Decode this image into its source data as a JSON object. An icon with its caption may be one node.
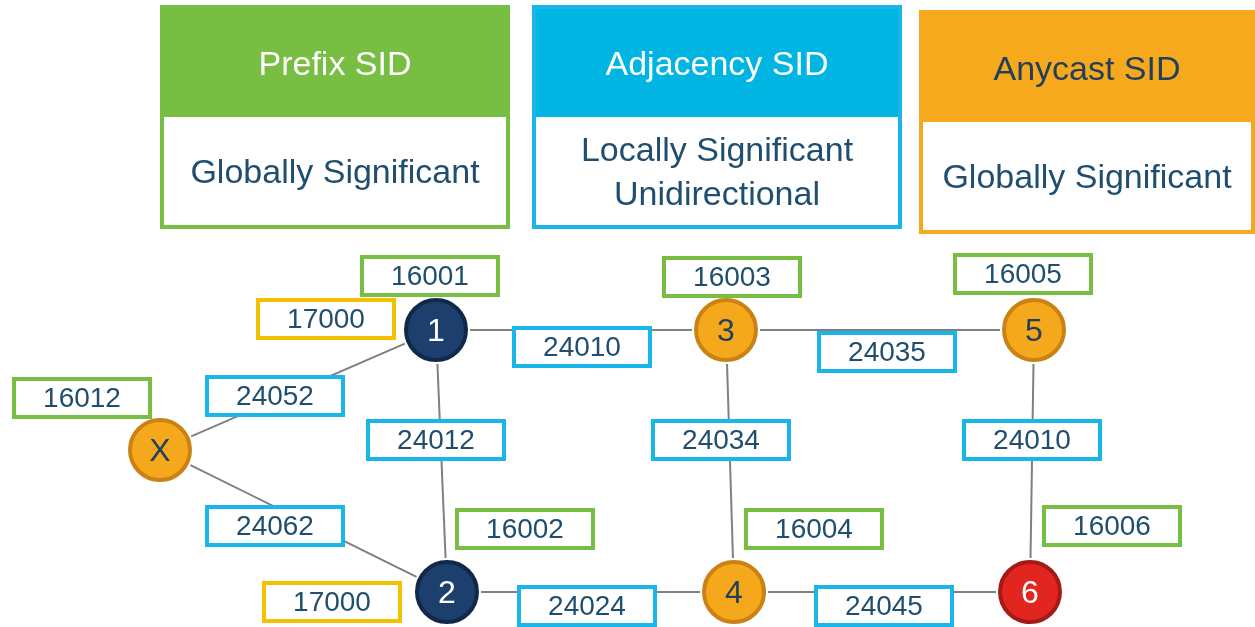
{
  "diagram": {
    "nodes": [
      {
        "text": [
          "Prefix SID",
          "Globally Significant"
        ]
      },
      {
        "text": [
          "Adjacency SID",
          "Locally Significant Unidirectional"
        ]
      },
      {
        "text": [
          "Anycast SID",
          "Globally Significant"
        ]
      },
      {
        "text": [
          "16001"
        ]
      },
      {
        "text": [
          "16003"
        ]
      },
      {
        "text": [
          "16005"
        ]
      },
      {
        "text": [
          "17000"
        ]
      },
      {
        "text": [
          "1"
        ]
      },
      {
        "text": [
          "3"
        ]
      },
      {
        "text": [
          "5"
        ]
      },
      {
        "text": [
          "16012"
        ]
      },
      {
        "text": [
          "X"
        ]
      },
      {
        "text": [
          "16002"
        ]
      },
      {
        "text": [
          "16004"
        ]
      },
      {
        "text": [
          "16006"
        ]
      },
      {
        "text": [
          "17000"
        ]
      },
      {
        "text": [
          "2"
        ]
      },
      {
        "text": [
          "4"
        ]
      },
      {
        "text": [
          "6"
        ]
      }
    ],
    "edges": [
      {
        "from": 7,
        "to": 8,
        "arrow": "none",
        "label": "24010"
      },
      {
        "from": 8,
        "to": 9,
        "arrow": "none",
        "label": "24035"
      },
      {
        "from": 11,
        "to": 7,
        "arrow": "none",
        "label": "24052"
      },
      {
        "from": 7,
        "to": 16,
        "arrow": "none",
        "label": "24012"
      },
      {
        "from": 8,
        "to": 17,
        "arrow": "none",
        "label": "24034"
      },
      {
        "from": 9,
        "to": 18,
        "arrow": "none",
        "label": "24010"
      },
      {
        "from": 11,
        "to": 16,
        "arrow": "none",
        "label": "24062"
      },
      {
        "from": 16,
        "to": 17,
        "arrow": "none",
        "label": "24024"
      },
      {
        "from": 17,
        "to": 18,
        "arrow": "none",
        "label": "24045"
      }
    ]
  }
}
